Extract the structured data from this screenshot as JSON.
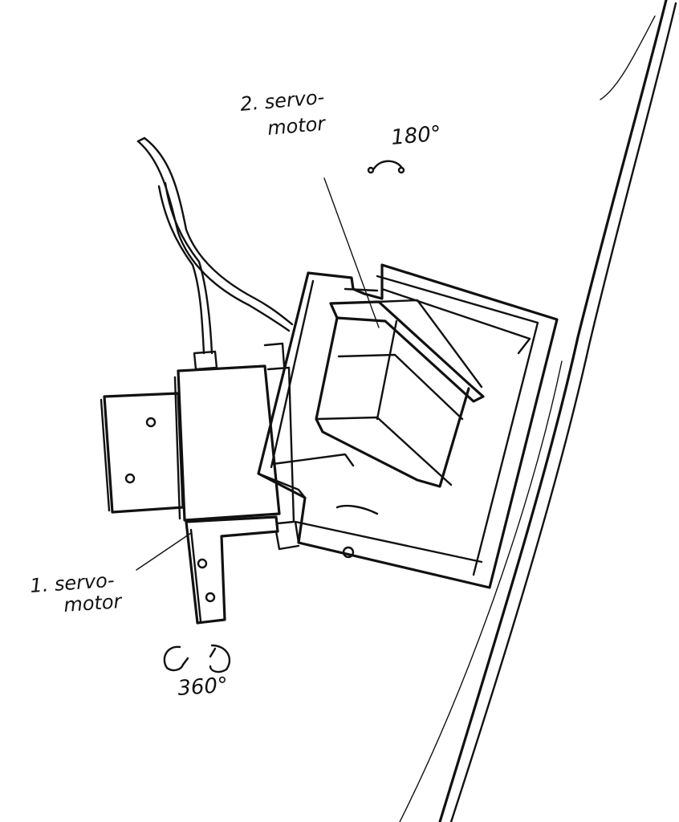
{
  "labels": {
    "servo_2_line1": "2. servo-",
    "servo_2_line2": "motor",
    "servo_2_angle": "180°",
    "servo_1_line1": "1. servo-",
    "servo_1_line2": "motor",
    "servo_1_angle": "360°"
  },
  "icons": {
    "rotation_180": "rotate-arrow-icon",
    "rotation_360": "rotate-arrows-icon"
  },
  "colors": {
    "ink": "#111111",
    "paper": "#ffffff"
  }
}
